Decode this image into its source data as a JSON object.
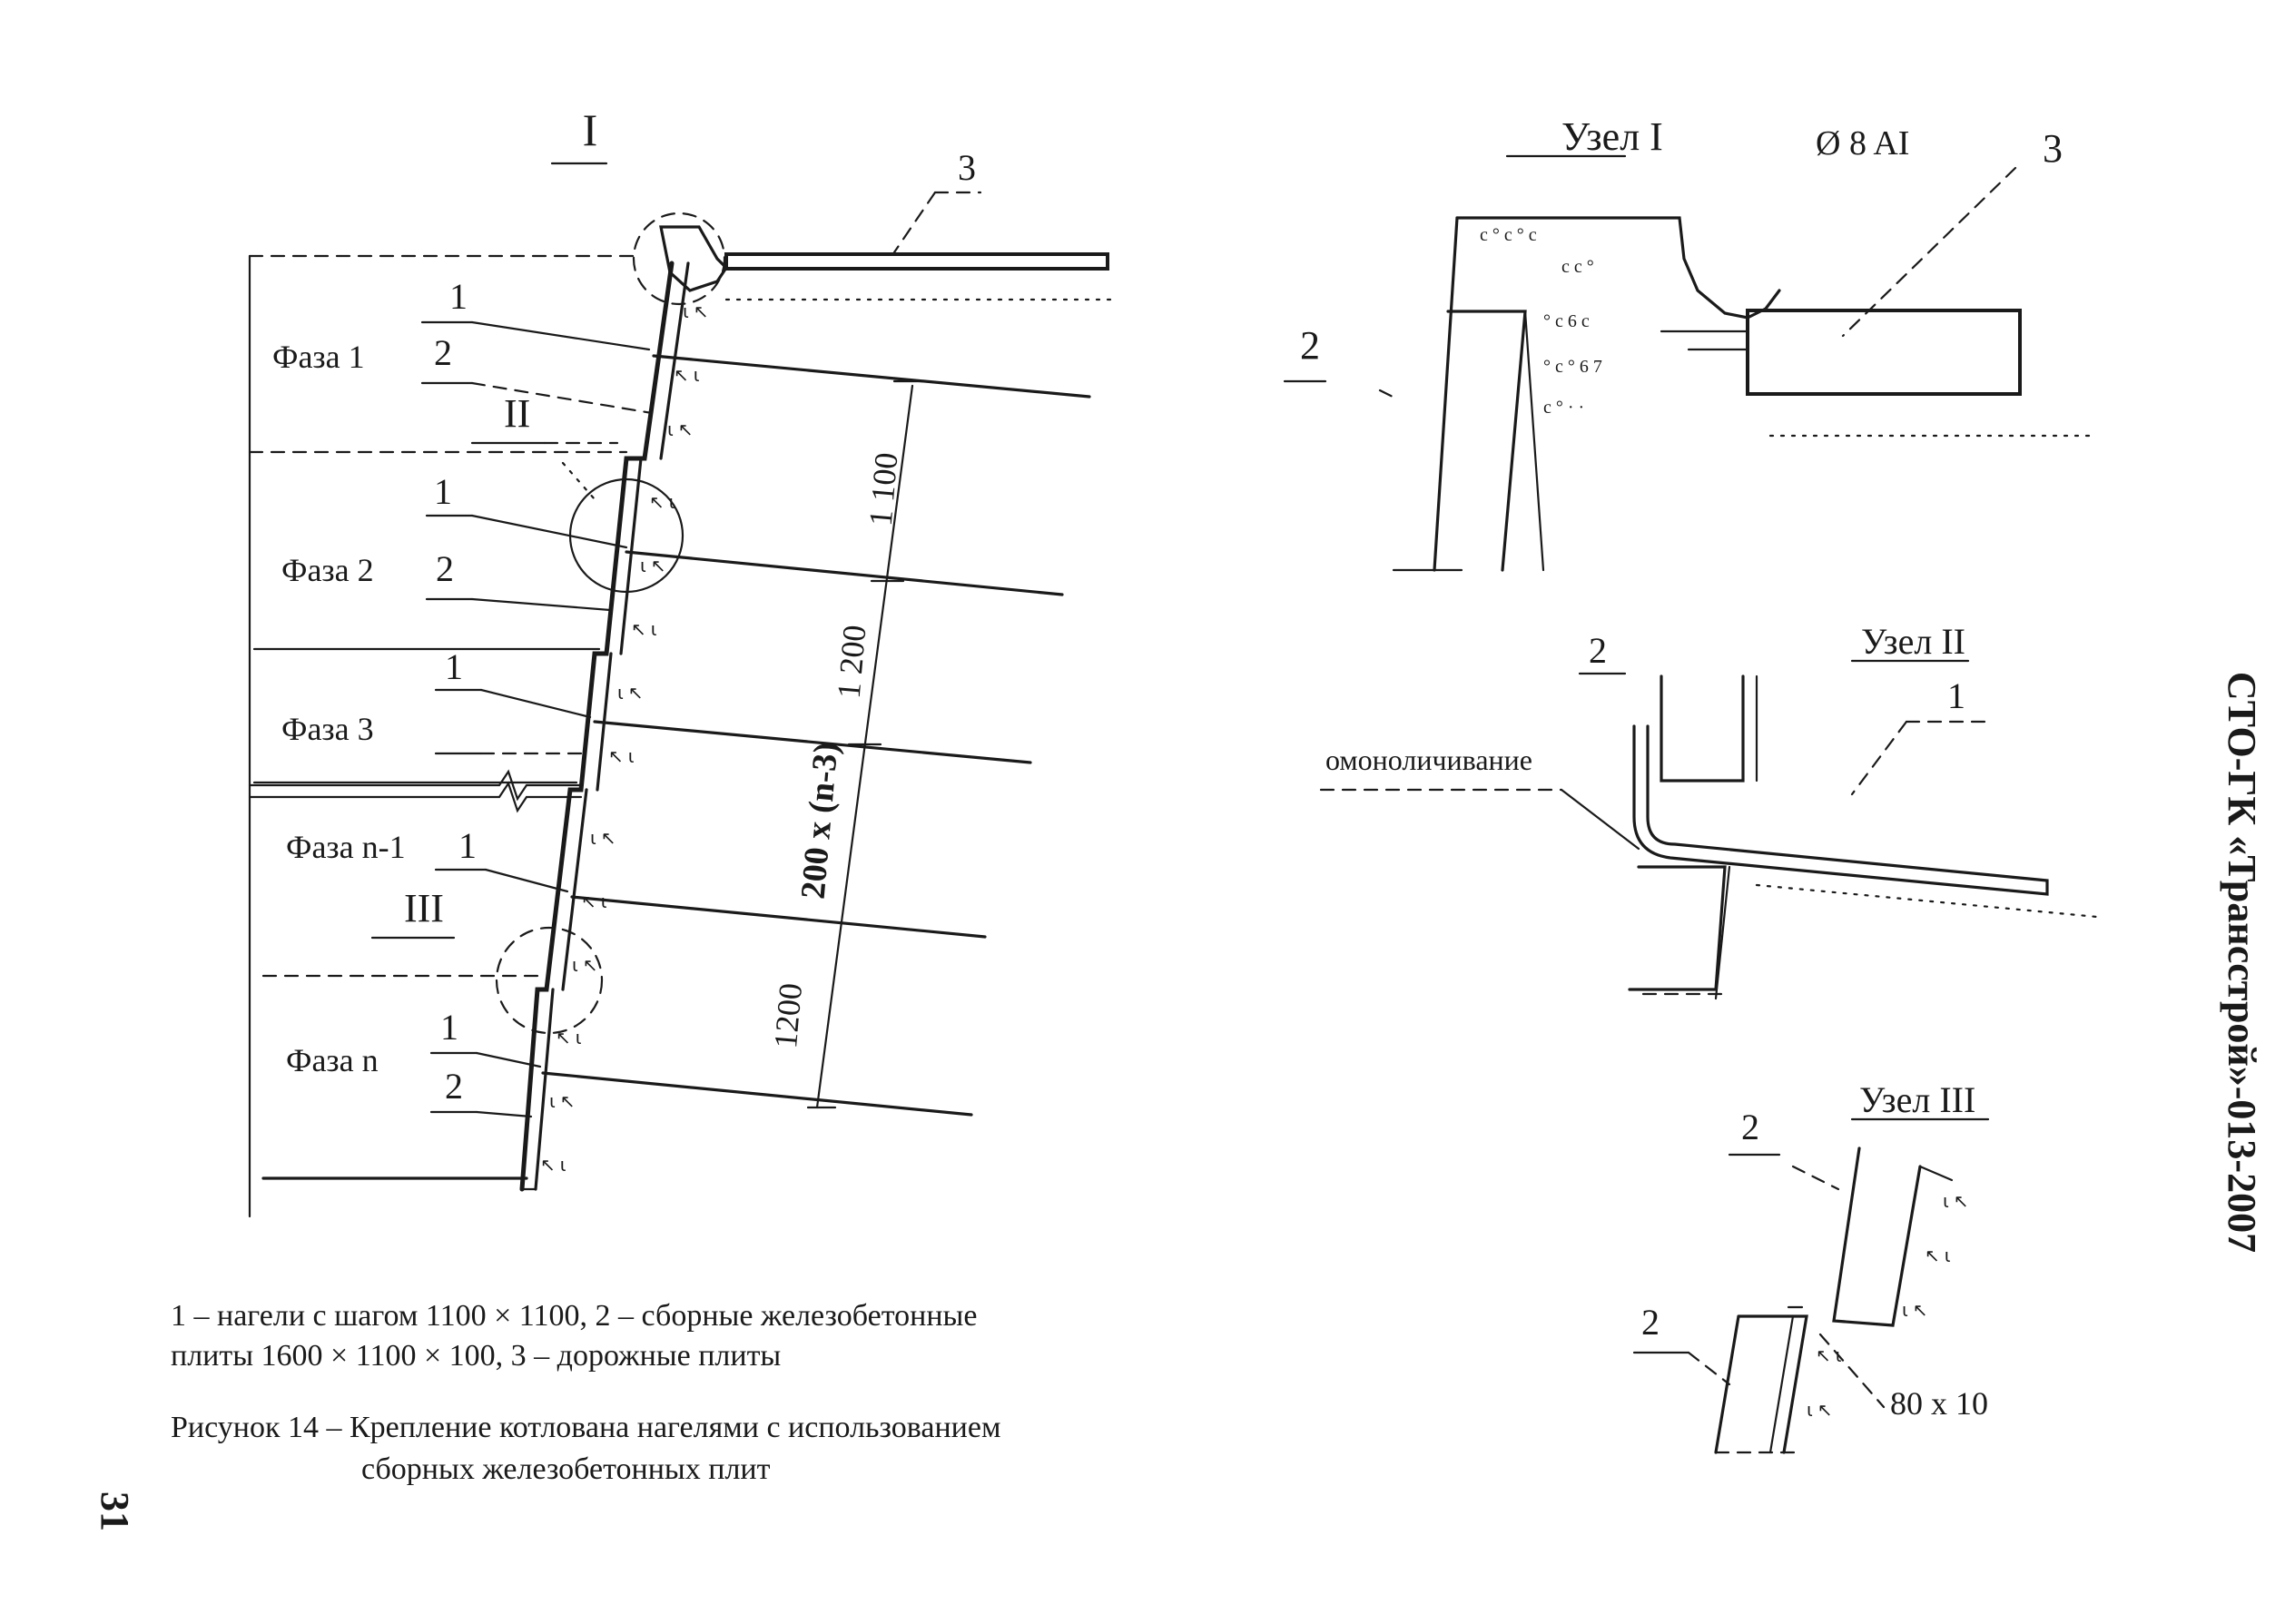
{
  "page_number": "31",
  "side_header": "СТО-ГК «Трансстрой»-013-2007",
  "main_figure": {
    "section_mark": "I",
    "phases": [
      "Фаза 1",
      "Фаза 2",
      "Фаза 3",
      "Фаза n-1",
      "Фаза n"
    ],
    "node_marks": [
      "II",
      "III"
    ],
    "callout_1": "1",
    "callout_2": "2",
    "callout_3": "3",
    "dim_1100": "1 100",
    "dim_1200_top": "1 200",
    "dim_middle": "200 x (n-3)",
    "dim_1200_bottom": "1200"
  },
  "detail_1": {
    "title": "Узел I",
    "rebar": "Ø 8 AI",
    "label_3": "3",
    "label_2": "2"
  },
  "detail_2": {
    "title": "Узел II",
    "label_2": "2",
    "label_1": "1",
    "note": "омоноличивание"
  },
  "detail_3": {
    "title": "Узел III",
    "label_2_top": "2",
    "label_2_bottom": "2",
    "dim": "80 x 10"
  },
  "legend": {
    "line1": "1 – нагели с шагом 1100 × 1100, 2 – сборные железобетонные",
    "line2": "плиты 1600 × 1100 × 100, 3 – дорожные плиты"
  },
  "caption": {
    "line1": "Рисунок 14 – Крепление котлована нагелями с использованием",
    "line2": "сборных железобетонных плит"
  }
}
